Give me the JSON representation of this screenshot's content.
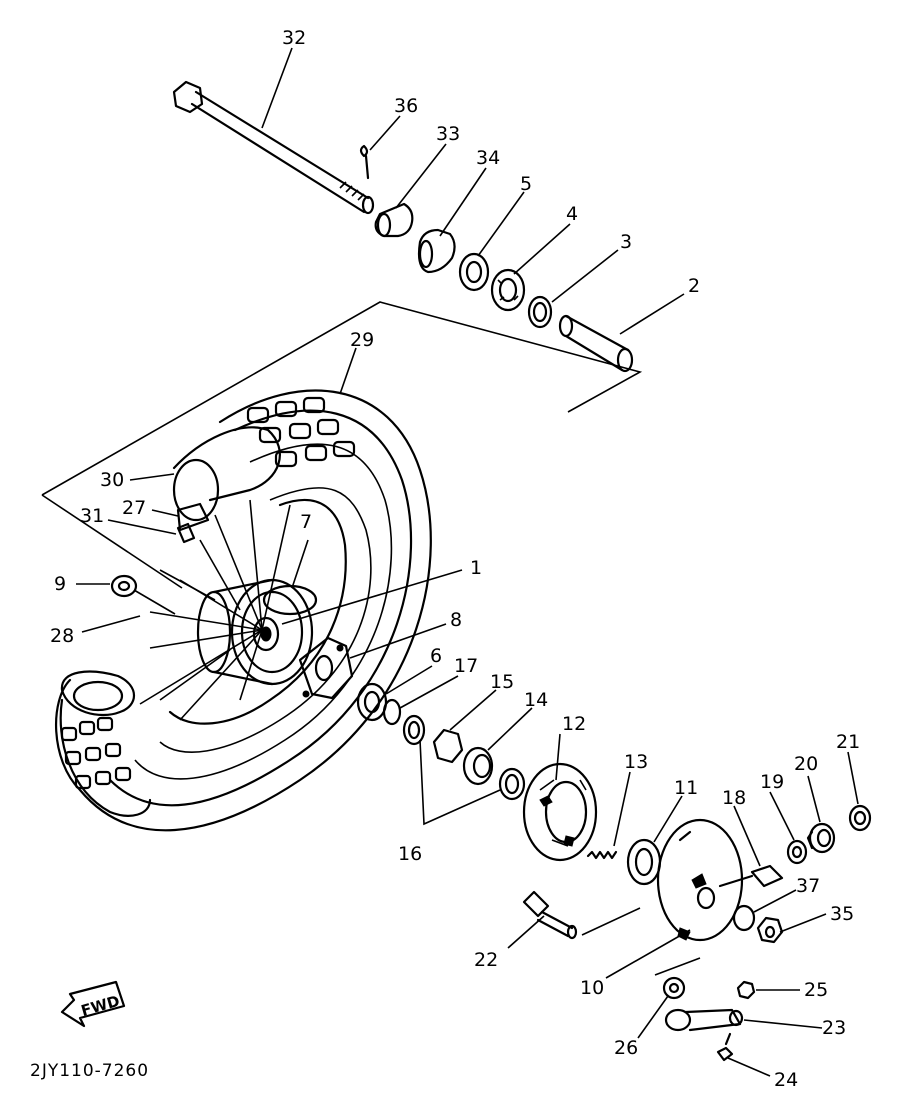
{
  "diagram": {
    "callouts": [
      {
        "id": "p32",
        "label": "32"
      },
      {
        "id": "p36",
        "label": "36"
      },
      {
        "id": "p33",
        "label": "33"
      },
      {
        "id": "p34",
        "label": "34"
      },
      {
        "id": "p5",
        "label": "5"
      },
      {
        "id": "p4",
        "label": "4"
      },
      {
        "id": "p3",
        "label": "3"
      },
      {
        "id": "p2",
        "label": "2"
      },
      {
        "id": "p29",
        "label": "29"
      },
      {
        "id": "p30",
        "label": "30"
      },
      {
        "id": "p27",
        "label": "27"
      },
      {
        "id": "p31",
        "label": "31"
      },
      {
        "id": "p7",
        "label": "7"
      },
      {
        "id": "p1",
        "label": "1"
      },
      {
        "id": "p9",
        "label": "9"
      },
      {
        "id": "p28",
        "label": "28"
      },
      {
        "id": "p8",
        "label": "8"
      },
      {
        "id": "p6",
        "label": "6"
      },
      {
        "id": "p17",
        "label": "17"
      },
      {
        "id": "p15",
        "label": "15"
      },
      {
        "id": "p14",
        "label": "14"
      },
      {
        "id": "p12",
        "label": "12"
      },
      {
        "id": "p13",
        "label": "13"
      },
      {
        "id": "p11",
        "label": "11"
      },
      {
        "id": "p18",
        "label": "18"
      },
      {
        "id": "p19",
        "label": "19"
      },
      {
        "id": "p20",
        "label": "20"
      },
      {
        "id": "p21",
        "label": "21"
      },
      {
        "id": "p16",
        "label": "16"
      },
      {
        "id": "p37",
        "label": "37"
      },
      {
        "id": "p35",
        "label": "35"
      },
      {
        "id": "p22",
        "label": "22"
      },
      {
        "id": "p10",
        "label": "10"
      },
      {
        "id": "p25",
        "label": "25"
      },
      {
        "id": "p23",
        "label": "23"
      },
      {
        "id": "p26",
        "label": "26"
      },
      {
        "id": "p24",
        "label": "24"
      }
    ],
    "fwd_label": "FWD",
    "drawing_code": "2JY110-7260"
  }
}
